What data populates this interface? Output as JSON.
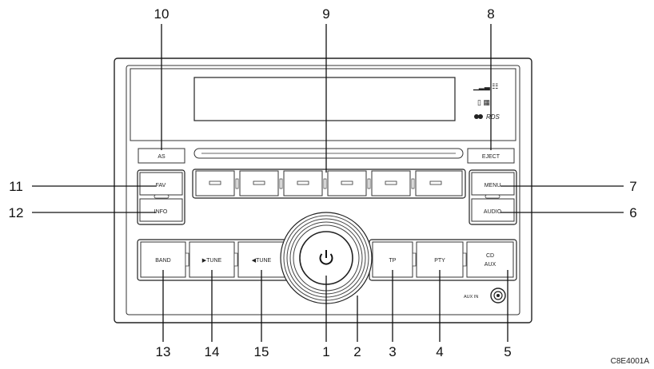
{
  "callouts": [
    "1",
    "2",
    "3",
    "4",
    "5",
    "6",
    "7",
    "8",
    "9",
    "10",
    "11",
    "12",
    "13",
    "14",
    "15"
  ],
  "buttons": {
    "as": "AS",
    "eject": "EJECT",
    "fav": "FAV",
    "info": "INFO",
    "menu": "MENU",
    "audio": "AUDIO",
    "band": "BAND",
    "tune_up": "▶TUNE",
    "tune_down": "◀TUNE",
    "tp": "TP",
    "pty": "PTY",
    "cd": "CD",
    "aux": "AUX",
    "aux_in": "AUX IN"
  },
  "display_icons": {
    "top": "▁▂▃ ☷",
    "mid": "▯ ▦",
    "rds": "RDS"
  },
  "figure_code": "C8E4001A"
}
